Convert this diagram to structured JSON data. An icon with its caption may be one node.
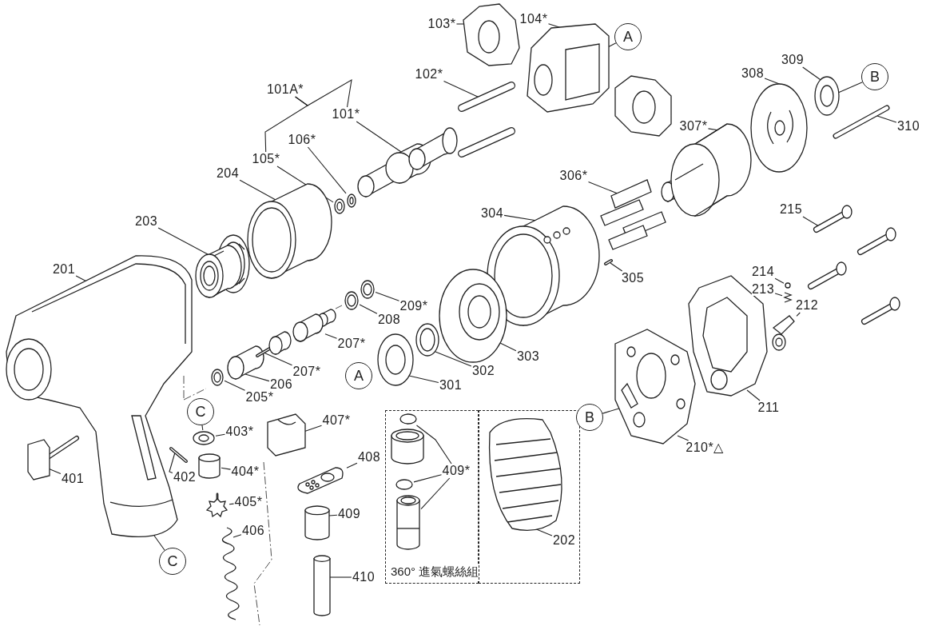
{
  "diagram": {
    "nodes": [
      {
        "text": [
          "103*"
        ]
      },
      {
        "text": [
          "104*"
        ]
      },
      {
        "text": [
          "A"
        ]
      },
      {
        "text": [
          "102*"
        ]
      },
      {
        "text": [
          "101A*"
        ]
      },
      {
        "text": [
          "101*"
        ]
      },
      {
        "text": [
          "309"
        ]
      },
      {
        "text": [
          "B"
        ]
      },
      {
        "text": [
          "308"
        ]
      },
      {
        "text": [
          "310"
        ]
      },
      {
        "text": [
          "307*"
        ]
      },
      {
        "text": [
          "106*"
        ]
      },
      {
        "text": [
          "105*"
        ]
      },
      {
        "text": [
          "204"
        ]
      },
      {
        "text": [
          "306*"
        ]
      },
      {
        "text": [
          "215"
        ]
      },
      {
        "text": [
          "203"
        ]
      },
      {
        "text": [
          "304"
        ]
      },
      {
        "text": [
          "201"
        ]
      },
      {
        "text": [
          "305"
        ]
      },
      {
        "text": [
          "214"
        ]
      },
      {
        "text": [
          "213"
        ]
      },
      {
        "text": [
          "209*"
        ]
      },
      {
        "text": [
          "212"
        ]
      },
      {
        "text": [
          "208"
        ]
      },
      {
        "text": [
          "207*"
        ]
      },
      {
        "text": [
          "303"
        ]
      },
      {
        "text": [
          "207*"
        ]
      },
      {
        "text": [
          "302"
        ]
      },
      {
        "text": [
          "206"
        ]
      },
      {
        "text": [
          "A"
        ]
      },
      {
        "text": [
          "301"
        ]
      },
      {
        "text": [
          "205*"
        ]
      },
      {
        "text": [
          "211"
        ]
      },
      {
        "text": [
          "B"
        ]
      },
      {
        "text": [
          "C"
        ]
      },
      {
        "text": [
          "403*"
        ]
      },
      {
        "text": [
          "407*"
        ]
      },
      {
        "text": [
          "360° 進氣螺絲組"
        ]
      },
      {
        "text": [],
        "shape": "box"
      },
      {
        "text": [
          "409*"
        ],
        "in": 38
      },
      {
        "text": [
          "210*△"
        ]
      },
      {
        "text": [
          "401"
        ]
      },
      {
        "text": [
          "402"
        ]
      },
      {
        "text": [
          "404*"
        ]
      },
      {
        "text": [
          "408"
        ]
      },
      {
        "text": [
          "405*"
        ]
      },
      {
        "text": [
          "409"
        ]
      },
      {
        "text": [
          "C"
        ]
      },
      {
        "text": [
          "406"
        ]
      },
      {
        "text": [
          "202"
        ],
        "in": 39
      },
      {
        "text": [
          "410"
        ]
      },
      {
        "text": [],
        "shape": "picture"
      },
      {
        "text": [],
        "shape": "picture"
      },
      {
        "text": [],
        "shape": "picture"
      },
      {
        "text": [],
        "shape": "picture"
      },
      {
        "text": [],
        "shape": "picture"
      },
      {
        "text": [],
        "shape": "picture"
      },
      {
        "text": [],
        "shape": "picture"
      },
      {
        "text": [],
        "shape": "picture"
      },
      {
        "text": [],
        "shape": "picture"
      },
      {
        "text": [],
        "shape": "cylinder"
      },
      {
        "text": [],
        "shape": "picture"
      },
      {
        "text": [],
        "shape": "picture"
      },
      {
        "text": [],
        "shape": "circle",
        "in": 38
      },
      {
        "text": [],
        "shape": "circle",
        "in": 38
      },
      {
        "text": [],
        "shape": "picture",
        "in": 38
      },
      {
        "text": [],
        "shape": "circle"
      },
      {
        "text": [],
        "shape": "picture"
      },
      {
        "text": [],
        "shape": "picture"
      },
      {
        "text": [],
        "shape": "picture"
      },
      {
        "text": [],
        "shape": "picture"
      },
      {
        "text": [],
        "shape": "picture"
      },
      {
        "text": [],
        "shape": "picture"
      },
      {
        "text": [],
        "shape": "picture"
      },
      {
        "text": [],
        "shape": "picture"
      },
      {
        "text": [],
        "shape": "picture"
      },
      {
        "text": [],
        "shape": "picture"
      },
      {
        "text": [],
        "shape": "picture"
      },
      {
        "text": [],
        "shape": "picture"
      },
      {
        "text": [],
        "shape": "picture"
      },
      {
        "text": [],
        "shape": "picture"
      },
      {
        "text": [],
        "shape": "picture"
      },
      {
        "text": [],
        "shape": "picture"
      },
      {
        "text": [],
        "shape": "picture"
      },
      {
        "text": [],
        "shape": "picture"
      },
      {
        "text": [],
        "shape": "picture"
      },
      {
        "text": [],
        "shape": "picture"
      },
      {
        "text": [],
        "shape": "picture"
      },
      {
        "text": [],
        "shape": "picture"
      },
      {
        "text": [],
        "shape": "picture"
      },
      {
        "text": [],
        "shape": "picture"
      },
      {
        "text": [],
        "shape": "picture"
      },
      {
        "text": [],
        "shape": "cylinder"
      },
      {
        "text": [],
        "shape": "picture"
      },
      {
        "text": [],
        "shape": "picture",
        "in": 39
      },
      {
        "text": [],
        "shape": "cylinder"
      }
    ],
    "edges": [
      {
        "from": 0,
        "to": 68,
        "arrow": "none"
      },
      {
        "from": 1,
        "to": 69,
        "arrow": "none"
      },
      {
        "from": 2,
        "to": 69,
        "arrow": "none"
      },
      {
        "from": 3,
        "to": 70,
        "arrow": "none"
      },
      {
        "from": 4,
        "to": 5,
        "arrow": "none"
      },
      {
        "from": 4,
        "to": 12,
        "arrow": "none"
      },
      {
        "from": 5,
        "to": 71,
        "arrow": "none"
      },
      {
        "from": 6,
        "to": 72,
        "arrow": "none"
      },
      {
        "from": 7,
        "to": 72,
        "arrow": "none"
      },
      {
        "from": 8,
        "to": 73,
        "arrow": "none"
      },
      {
        "from": 9,
        "to": 74,
        "arrow": "none"
      },
      {
        "from": 10,
        "to": 75,
        "arrow": "none"
      },
      {
        "from": 11,
        "to": 52,
        "arrow": "none"
      },
      {
        "from": 12,
        "to": 53,
        "arrow": "none"
      },
      {
        "from": 13,
        "to": 76,
        "arrow": "none"
      },
      {
        "from": 14,
        "to": 77,
        "arrow": "none"
      },
      {
        "from": 15,
        "to": 78,
        "arrow": "none"
      },
      {
        "from": 16,
        "to": 79,
        "arrow": "none"
      },
      {
        "from": 17,
        "to": 80,
        "arrow": "none"
      },
      {
        "from": 18,
        "to": 81,
        "arrow": "none"
      },
      {
        "from": 19,
        "to": 82,
        "arrow": "none"
      },
      {
        "from": 20,
        "to": 67,
        "arrow": "none"
      },
      {
        "from": 21,
        "to": 54,
        "arrow": "none"
      },
      {
        "from": 22,
        "to": 55,
        "arrow": "none"
      },
      {
        "from": 23,
        "to": 56,
        "arrow": "none"
      },
      {
        "from": 24,
        "to": 57,
        "arrow": "none"
      },
      {
        "from": 25,
        "to": 58,
        "arrow": "none"
      },
      {
        "from": 26,
        "to": 83,
        "arrow": "none"
      },
      {
        "from": 27,
        "to": 85,
        "arrow": "none"
      },
      {
        "from": 28,
        "to": 86,
        "arrow": "none"
      },
      {
        "from": 29,
        "to": 84,
        "arrow": "none"
      },
      {
        "from": 31,
        "to": 87,
        "arrow": "none"
      },
      {
        "from": 32,
        "to": 59,
        "arrow": "none"
      },
      {
        "from": 33,
        "to": 88,
        "arrow": "none"
      },
      {
        "from": 34,
        "to": 89,
        "arrow": "none"
      },
      {
        "from": 35,
        "to": 60,
        "arrow": "none"
      },
      {
        "from": 36,
        "to": 60,
        "arrow": "none"
      },
      {
        "from": 37,
        "to": 90,
        "arrow": "none"
      },
      {
        "from": 40,
        "to": 64,
        "arrow": "none"
      },
      {
        "from": 40,
        "to": 65,
        "arrow": "none"
      },
      {
        "from": 40,
        "to": 66,
        "arrow": "none"
      },
      {
        "from": 41,
        "to": 89,
        "arrow": "none"
      },
      {
        "from": 42,
        "to": 91,
        "arrow": "none"
      },
      {
        "from": 43,
        "to": 92,
        "arrow": "none"
      },
      {
        "from": 44,
        "to": 61,
        "arrow": "none"
      },
      {
        "from": 45,
        "to": 63,
        "arrow": "none"
      },
      {
        "from": 46,
        "to": 62,
        "arrow": "none"
      },
      {
        "from": 47,
        "to": 93,
        "arrow": "none"
      },
      {
        "from": 48,
        "to": 81,
        "arrow": "none"
      },
      {
        "from": 49,
        "to": 94,
        "arrow": "none"
      },
      {
        "from": 50,
        "to": 95,
        "arrow": "none"
      },
      {
        "from": 51,
        "to": 96,
        "arrow": "none"
      }
    ]
  }
}
